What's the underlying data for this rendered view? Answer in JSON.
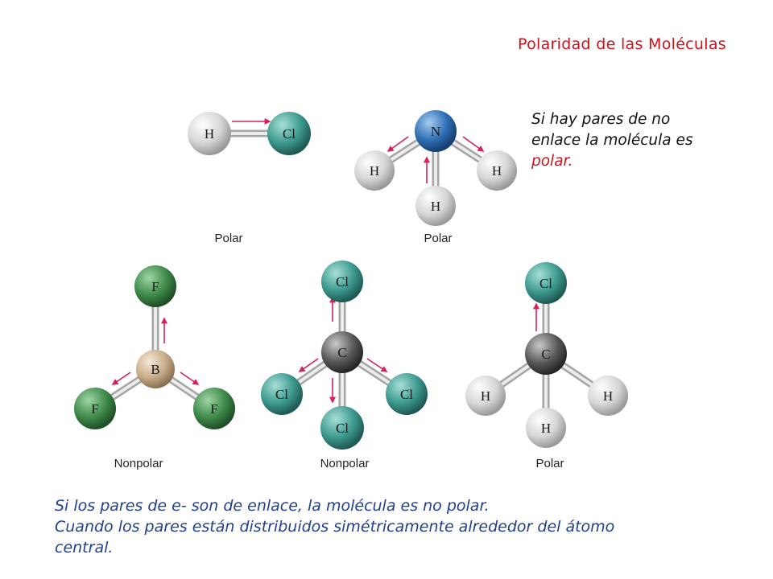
{
  "title": "Polaridad de las Moléculas",
  "note": {
    "line1": "Si hay pares de no",
    "line2": "enlace la molécula es",
    "line3": "polar."
  },
  "bottom": {
    "line1": "Si los pares de e- son de enlace, la molécula es no polar.",
    "line2": "Cuando los pares están distribuidos simétricamente alrededor del átomo",
    "line3": "central."
  },
  "molecules": {
    "hcl": {
      "h": "H",
      "cl": "Cl",
      "caption": "Polar"
    },
    "nh3": {
      "n": "N",
      "h1": "H",
      "h2": "H",
      "h3": "H",
      "caption": "Polar"
    },
    "bf3": {
      "b": "B",
      "f1": "F",
      "f2": "F",
      "f3": "F",
      "caption": "Nonpolar"
    },
    "ccl4": {
      "c": "C",
      "cl1": "Cl",
      "cl2": "Cl",
      "cl3": "Cl",
      "cl4": "Cl",
      "caption": "Nonpolar"
    },
    "ch3cl": {
      "c": "C",
      "cl": "Cl",
      "h1": "H",
      "h2": "H",
      "h3": "H",
      "caption": "Polar"
    }
  },
  "colors": {
    "title": "#d0101a",
    "bottom_text": "#1f3f8f",
    "arrow": "#d81e5b",
    "hydrogen": "#d9d9d9",
    "chlorine": "#3e9a8f",
    "nitrogen": "#2f6fb5",
    "boron": "#c8ad8a",
    "fluorine": "#3f8a4a",
    "carbon": "#5a5a5a"
  }
}
